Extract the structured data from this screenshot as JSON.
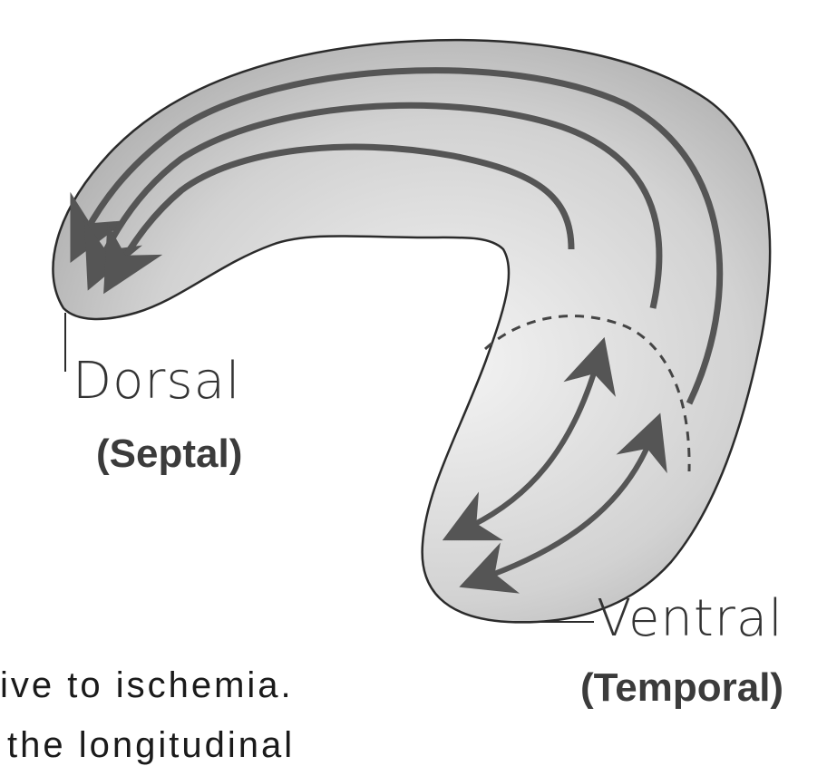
{
  "labels": {
    "dorsal": "Dorsal",
    "septal": "(Septal)",
    "ventral": "Ventral",
    "temporal": "(Temporal)"
  },
  "text_fragments": {
    "line1": "ive to ischemia.",
    "line2": "the longitudinal"
  },
  "colors": {
    "shape_fill_light": "#f2f2f2",
    "shape_fill_dark": "#9c9c9c",
    "outline": "#2b2b2b",
    "arrow": "#555555"
  }
}
